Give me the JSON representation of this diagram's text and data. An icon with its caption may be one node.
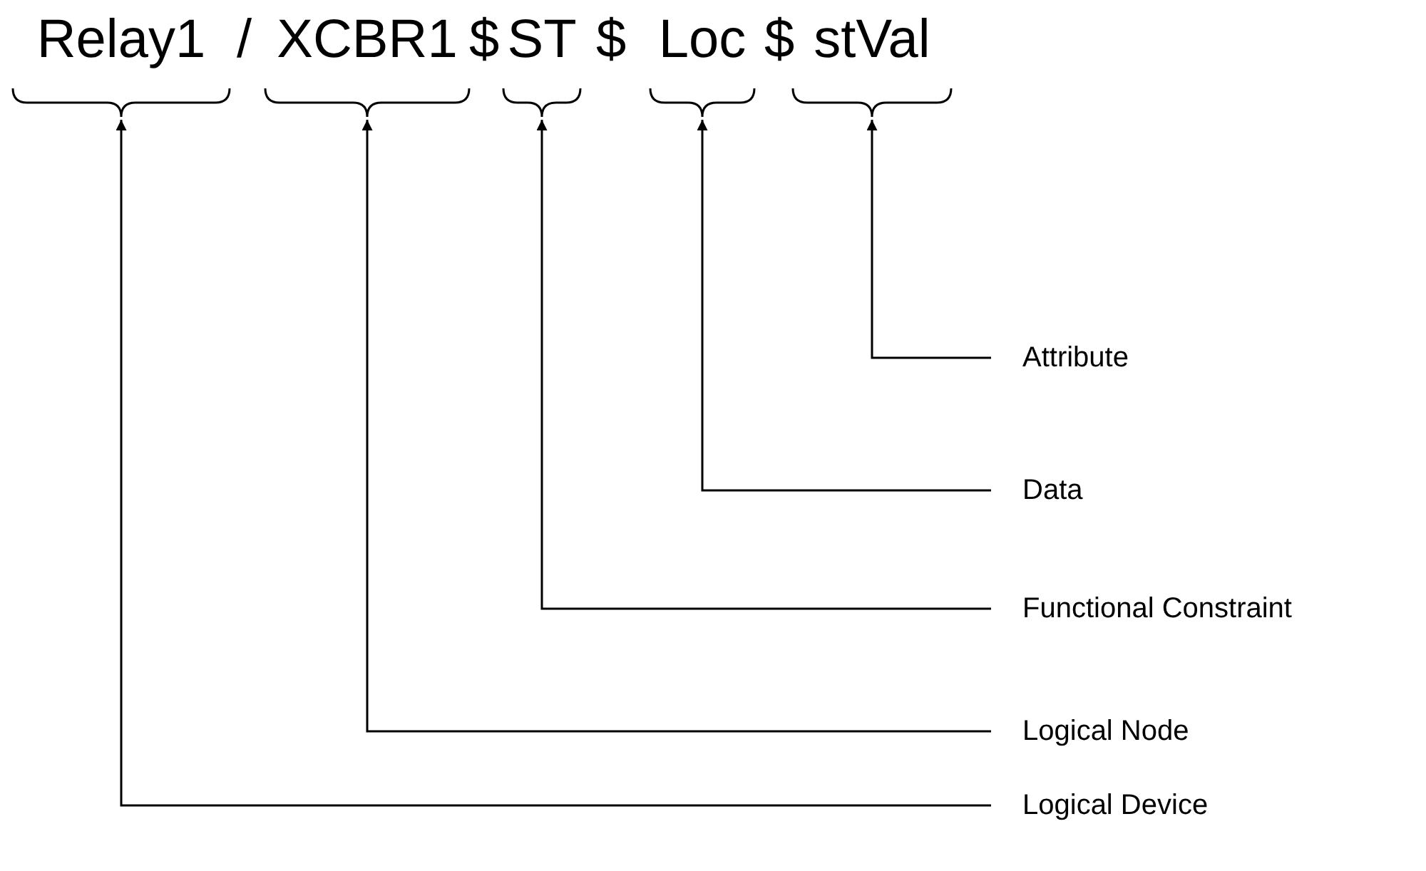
{
  "diagram": {
    "nodes": [
      {
        "text": [
          "Relay1"
        ]
      },
      {
        "text": [
          "XCBR1"
        ]
      },
      {
        "text": [
          "ST"
        ]
      },
      {
        "text": [
          "Loc"
        ]
      },
      {
        "text": [
          "stVal"
        ]
      },
      {
        "text": [
          "Attribute"
        ]
      },
      {
        "text": [
          "Data"
        ]
      },
      {
        "text": [
          "Functional Constraint"
        ]
      },
      {
        "text": [
          "Logical Node"
        ]
      },
      {
        "text": [
          "Logical Device"
        ]
      }
    ],
    "edges": [
      {
        "from": 5,
        "to": 4,
        "arrow": "to"
      },
      {
        "from": 6,
        "to": 3,
        "arrow": "to"
      },
      {
        "from": 7,
        "to": 2,
        "arrow": "to"
      },
      {
        "from": 8,
        "to": 1,
        "arrow": "to"
      },
      {
        "from": 9,
        "to": 0,
        "arrow": "to"
      }
    ],
    "labels": [
      "/",
      "$",
      "$",
      "$"
    ]
  }
}
